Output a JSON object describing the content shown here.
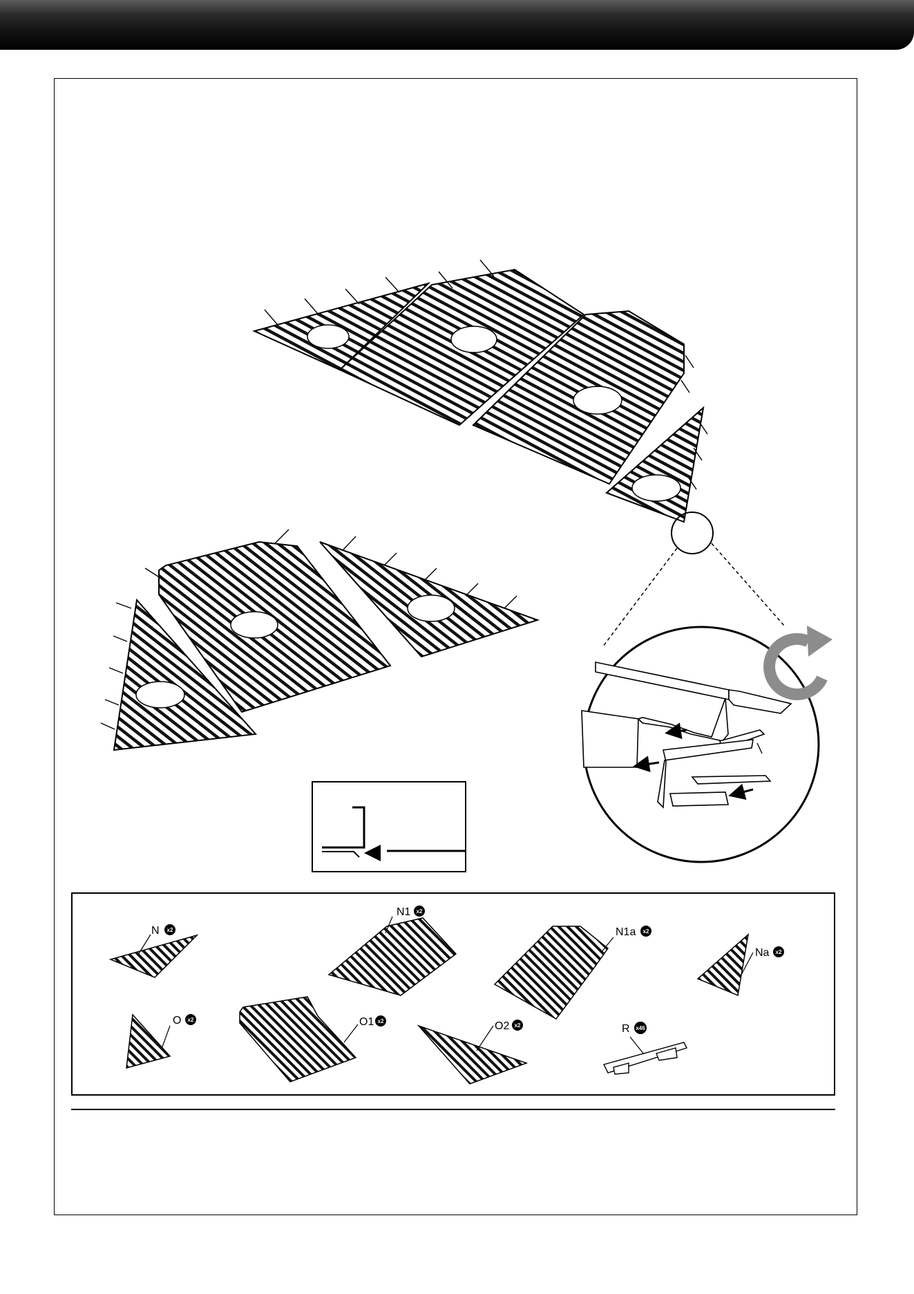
{
  "parts": [
    {
      "id": "N",
      "label": "N",
      "qty": "x2"
    },
    {
      "id": "N1",
      "label": "N1",
      "qty": "x2"
    },
    {
      "id": "N1a",
      "label": "N1a",
      "qty": "x2"
    },
    {
      "id": "Na",
      "label": "Na",
      "qty": "x2"
    },
    {
      "id": "O",
      "label": "O",
      "qty": "x2"
    },
    {
      "id": "O1",
      "label": "O1",
      "qty": "x2"
    },
    {
      "id": "O2",
      "label": "O2",
      "qty": "x2"
    },
    {
      "id": "R",
      "label": "R",
      "qty": "x46"
    }
  ],
  "icons": {
    "rotate": "rotate-clockwise-icon",
    "arrow": "push-arrow-icon"
  },
  "colors": {
    "panel_stroke": "#000000",
    "panel_fill": "#ffffff",
    "rotate_icon": "#8c8c8c",
    "header_bar": "#111111"
  }
}
